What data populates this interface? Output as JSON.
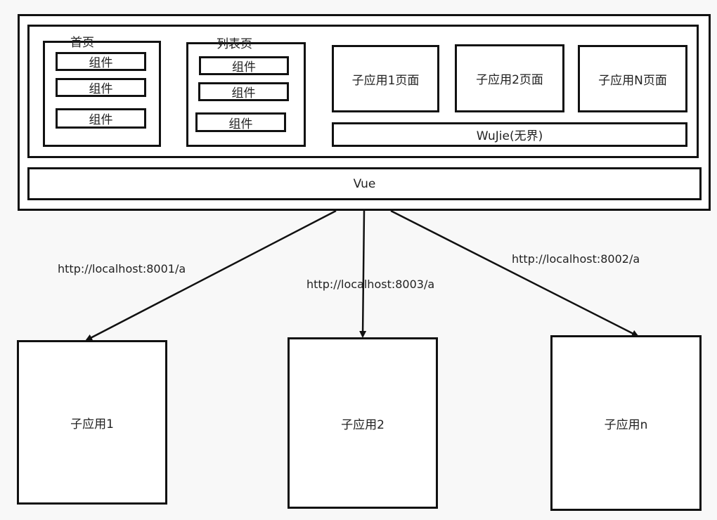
{
  "host": {
    "pages": [
      {
        "title": "首页",
        "components": [
          "组件",
          "组件",
          "组件"
        ]
      },
      {
        "title": "列表页",
        "components": [
          "组件",
          "组件",
          "组件"
        ]
      }
    ],
    "subapp_pages": [
      "子应用1页面",
      "子应用2页面",
      "子应用N页面"
    ],
    "wujie_label": "WuJie(无界)",
    "vue_label": "Vue"
  },
  "connections": [
    {
      "url": "http://localhost:8001/a",
      "target": "子应用1"
    },
    {
      "url": "http://localhost:8003/a",
      "target": "子应用2"
    },
    {
      "url": "http://localhost:8002/a",
      "target": "子应用n"
    }
  ]
}
